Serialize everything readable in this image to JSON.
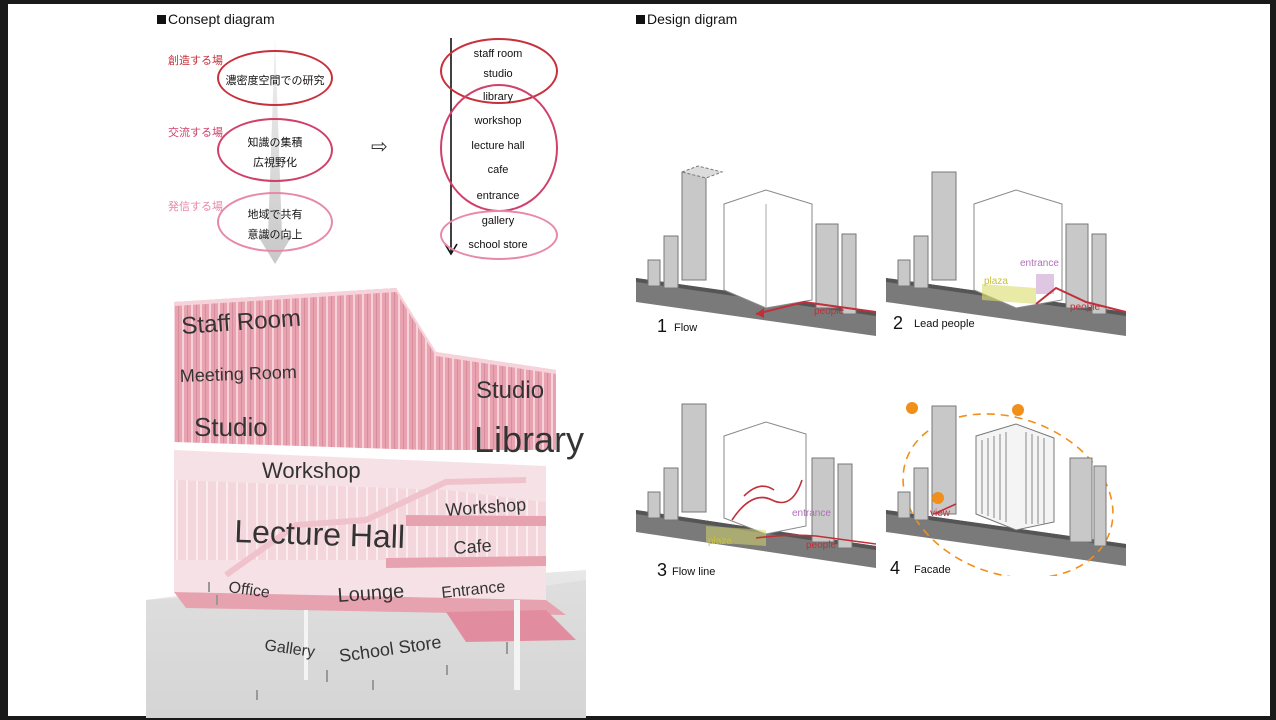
{
  "left_title": "Consept diagram",
  "right_title": "Design digram",
  "concept": {
    "levels": [
      {
        "label": "創造する場",
        "color": "#c8303a",
        "lines": [
          "濃密度空間での研究"
        ]
      },
      {
        "label": "交流する場",
        "color": "#d0406a",
        "lines": [
          "知識の集積",
          "広視野化"
        ]
      },
      {
        "label": "発信する場",
        "color": "#e889a8",
        "lines": [
          "地域で共有",
          "意識の向上"
        ]
      }
    ],
    "arrow_glyph": "⇨",
    "programs": [
      "staff room",
      "studio",
      "library",
      "workshop",
      "lecture hall",
      "cafe",
      "entrance",
      "gallery",
      "school store"
    ]
  },
  "building": {
    "labels": {
      "staff_room": "Staff Room",
      "meeting_room": "Meeting Room",
      "studio_left": "Studio",
      "studio_right": "Studio",
      "library": "Library",
      "workshop_center": "Workshop",
      "lecture_hall": "Lecture Hall",
      "workshop_right": "Workshop",
      "cafe": "Cafe",
      "office": "Office",
      "lounge": "Lounge",
      "entrance": "Entrance",
      "gallery": "Gallery",
      "school_store": "School Store"
    }
  },
  "design": {
    "panels": [
      {
        "num": "1",
        "caption": "Flow",
        "labels": {
          "people": "people"
        }
      },
      {
        "num": "2",
        "caption": "Lead people",
        "labels": {
          "plaza": "plaza",
          "entrance": "entrance",
          "people": "people"
        }
      },
      {
        "num": "3",
        "caption": "Flow line",
        "labels": {
          "plaza": "plaza",
          "entrance": "entrance",
          "people": "people"
        }
      },
      {
        "num": "4",
        "caption": "Facade",
        "labels": {
          "view": "view"
        }
      }
    ]
  },
  "colors": {
    "create": "#c8303a",
    "exchange": "#d0406a",
    "send": "#e889a8",
    "building_pink": "#e9a3b0",
    "people_red": "#c0303a",
    "plaza_yellow": "#d9dc6a",
    "entrance_purple": "#c090c8",
    "sun_orange": "#f0901a"
  }
}
